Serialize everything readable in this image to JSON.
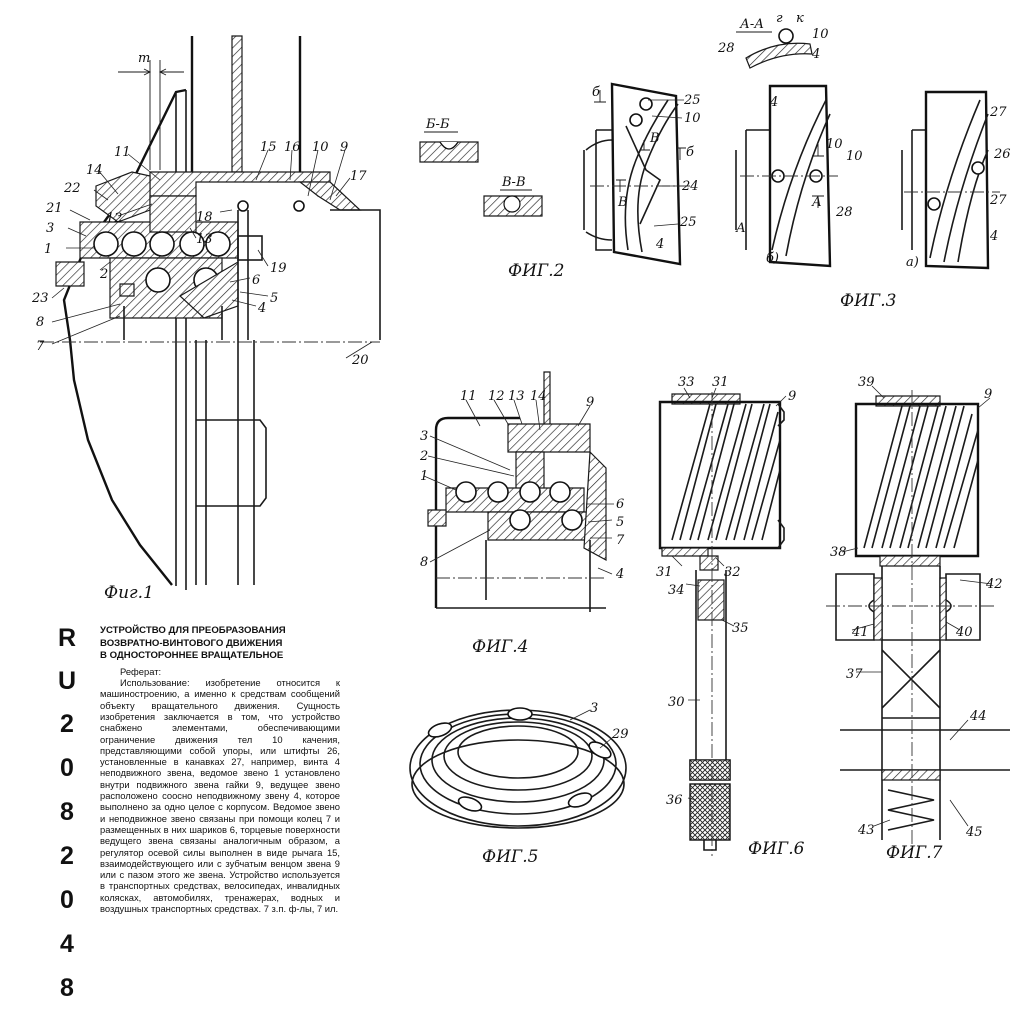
{
  "patent": {
    "country_code": "RU",
    "number_digits": [
      "2",
      "0",
      "8",
      "2",
      "0",
      "4",
      "8"
    ]
  },
  "abstract": {
    "title_lines": [
      "УСТРОЙСТВО ДЛЯ ПРЕОБРАЗОВАНИЯ",
      "ВОЗВРАТНО-ВИНТОВОГО ДВИЖЕНИЯ",
      "В ОДНОСТОРОННЕЕ ВРАЩАТЕЛЬНОЕ"
    ],
    "heading": "Реферат:",
    "body": "Использование: изобретение относится к машиностроению, а именно к средствам сообщений объекту вращательного движения. Сущность изобретения заключается в том, что устройство снабжено элементами, обеспечивающими ограничение движения тел 10 качения, представляющими собой упоры, или штифты 26, установленные в канавках 27, например, винта 4 неподвижного звена, ведомое звено 1 установлено внутри подвижного звена гайки 9, ведущее звено расположено соосно неподвижному звену 4, которое выполнено за одно целое с корпусом. Ведомое звено и неподвижное звено связаны при помощи колец 7 и размещенных в них шариков 6, торцевые поверхности ведущего звена связаны аналогичным образом, а регулятор осевой силы выполнен в виде рычага 15, взаимодействующего или с зубчатым венцом звена 9 или с пазом этого же звена. Устройство используется в транспортных средствах, велосипедах, инвалидных колясках, автомобилях, тренажерах, водных и воздушных транспортных средствах. 7 з.п. ф-лы, 7 ил."
  },
  "figures": {
    "fig1": {
      "caption": "Фиг.1",
      "dimension": "m",
      "labels": [
        "11",
        "15",
        "16",
        "10",
        "9",
        "14",
        "17",
        "22",
        "21",
        "18",
        "3",
        "12",
        "13",
        "1",
        "2",
        "19",
        "6",
        "5",
        "4",
        "23",
        "8",
        "7",
        "20"
      ]
    },
    "fig2": {
      "caption": "ФИГ.2",
      "section_bb": "Б-Б",
      "section_vv": "В-В",
      "labels": [
        "б",
        "25",
        "10",
        "В",
        "б",
        "24",
        "В",
        "25",
        "4"
      ]
    },
    "fig3": {
      "caption": "ФИГ.3",
      "section_aa": "А-А",
      "section_labels": [
        "г",
        "к",
        "10",
        "28",
        "4"
      ],
      "labels_b": [
        "4",
        "10",
        "А",
        "А",
        "10",
        "28",
        "б)"
      ],
      "labels_a": [
        "27",
        "26",
        "27",
        "4",
        "а)"
      ]
    },
    "fig4": {
      "caption": "ФИГ.4",
      "labels": [
        "11",
        "12",
        "13",
        "14",
        "9",
        "3",
        "2",
        "1",
        "6",
        "5",
        "7",
        "8",
        "4"
      ]
    },
    "fig5": {
      "caption": "ФИГ.5",
      "labels": [
        "3",
        "29"
      ]
    },
    "fig6": {
      "caption": "ФИГ.6",
      "labels": [
        "33",
        "31",
        "9",
        "31",
        "32",
        "34",
        "35",
        "30",
        "36"
      ]
    },
    "fig7": {
      "caption": "ФИГ.7",
      "labels": [
        "39",
        "9",
        "38",
        "42",
        "41",
        "40",
        "37",
        "44",
        "43",
        "45"
      ]
    }
  }
}
